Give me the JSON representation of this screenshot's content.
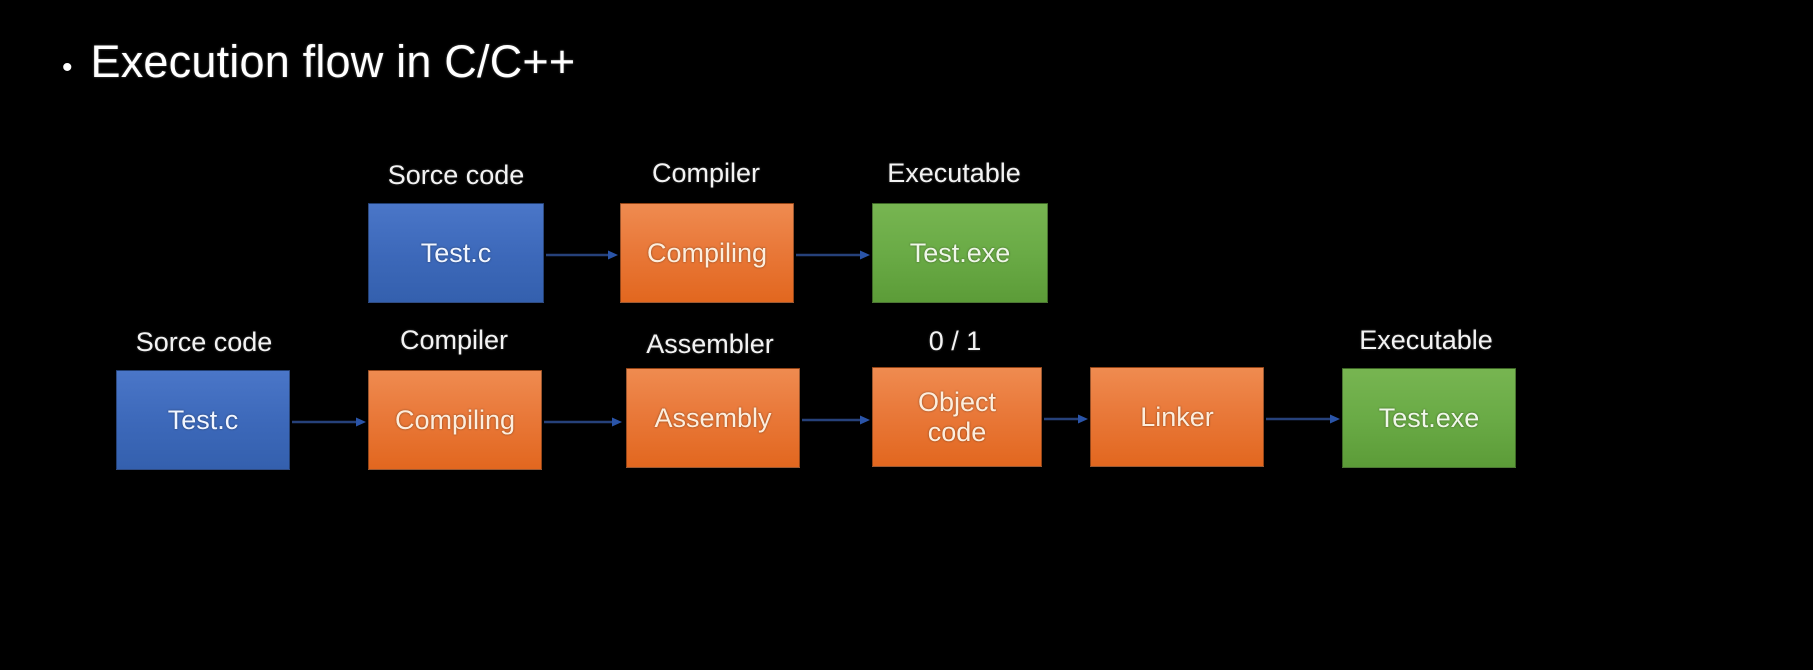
{
  "slide": {
    "bullet_glyph": "•",
    "title": "Execution flow in C/C++",
    "background_color": "#000000"
  },
  "palette": {
    "blue": "#3C68B9",
    "orange": "#E9793A",
    "green": "#6AAB46",
    "arrow": "#26417A",
    "text": "#FFFFFF"
  },
  "flows": [
    {
      "name": "simple-flow",
      "labels": [
        "Sorce code",
        "Compiler",
        "Executable"
      ],
      "nodes": [
        {
          "text": "Test.c",
          "color": "blue"
        },
        {
          "text": "Compiling",
          "color": "orange"
        },
        {
          "text": "Test.exe",
          "color": "green"
        }
      ]
    },
    {
      "name": "detailed-flow",
      "labels": [
        "Sorce code",
        "Compiler",
        "Assembler",
        "0 / 1",
        "",
        "Executable"
      ],
      "nodes": [
        {
          "text": "Test.c",
          "color": "blue"
        },
        {
          "text": "Compiling",
          "color": "orange"
        },
        {
          "text": "Assembly",
          "color": "orange"
        },
        {
          "text": "Object\ncode",
          "color": "orange"
        },
        {
          "text": "Linker",
          "color": "orange"
        },
        {
          "text": "Test.exe",
          "color": "green"
        }
      ]
    }
  ]
}
